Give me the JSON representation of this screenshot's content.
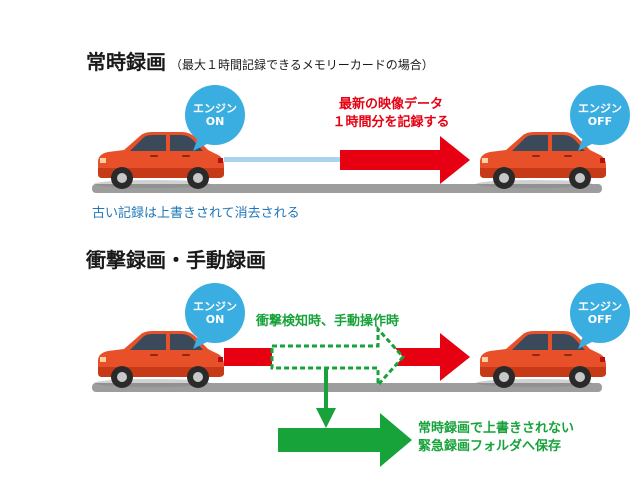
{
  "sections": [
    {
      "title": "常時録画",
      "subtitle": "（最大１時間記録できるメモリーカードの場合）",
      "bubble_left": {
        "line1": "エンジン",
        "line2": "ON"
      },
      "bubble_right": {
        "line1": "エンジン",
        "line2": "OFF"
      },
      "arrow_label_line1": "最新の映像データ",
      "arrow_label_line2": "１時間分を記録する",
      "note": "古い記録は上書きされて消去される"
    },
    {
      "title": "衝撃録画・手動録画",
      "bubble_left": {
        "line1": "エンジン",
        "line2": "ON"
      },
      "bubble_right": {
        "line1": "エンジン",
        "line2": "OFF"
      },
      "trigger_label": "衝撃検知時、手動操作時",
      "result_line1": "常時録画で上書きされない",
      "result_line2": "緊急録画フォルダへ保存"
    }
  ],
  "colors": {
    "red": "#e60012",
    "green": "#17a23a",
    "blue": "#1f77b7",
    "bubble": "#3aaee0",
    "road": "#9d9d9d",
    "car_body": "#e8502a"
  }
}
